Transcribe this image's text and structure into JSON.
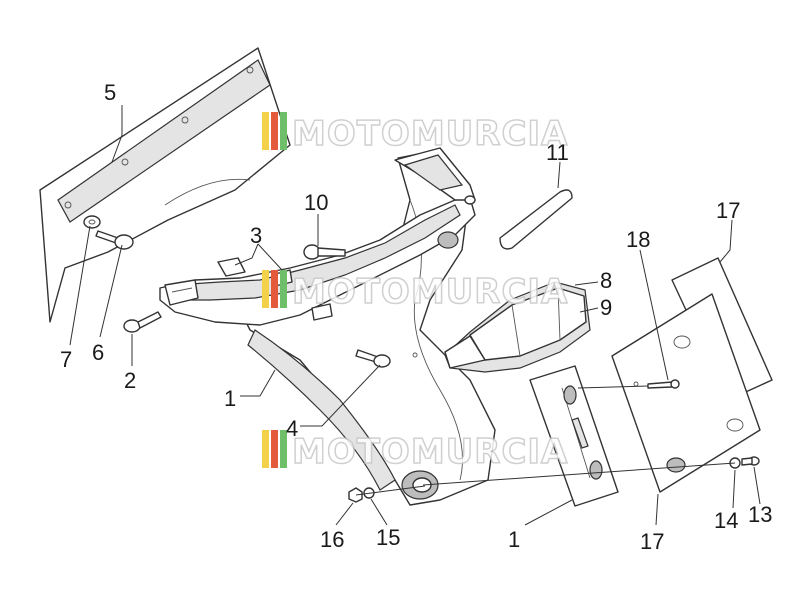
{
  "watermark": {
    "text": "MOTOMURCIA",
    "stripe_colors": [
      "#f3d24a",
      "#e45a3c",
      "#6fbf6a"
    ]
  },
  "callouts": [
    {
      "id": "c5",
      "text": "5"
    },
    {
      "id": "c11",
      "text": "11"
    },
    {
      "id": "c10",
      "text": "10"
    },
    {
      "id": "c3",
      "text": "3"
    },
    {
      "id": "c17a",
      "text": "17"
    },
    {
      "id": "c18",
      "text": "18"
    },
    {
      "id": "c8",
      "text": "8"
    },
    {
      "id": "c9",
      "text": "9"
    },
    {
      "id": "c7",
      "text": "7"
    },
    {
      "id": "c6",
      "text": "6"
    },
    {
      "id": "c2",
      "text": "2"
    },
    {
      "id": "c1a",
      "text": "1"
    },
    {
      "id": "c4",
      "text": "4"
    },
    {
      "id": "c16",
      "text": "16"
    },
    {
      "id": "c15",
      "text": "15"
    },
    {
      "id": "c1b",
      "text": "1"
    },
    {
      "id": "c17b",
      "text": "17"
    },
    {
      "id": "c14",
      "text": "14"
    },
    {
      "id": "c13",
      "text": "13"
    }
  ]
}
